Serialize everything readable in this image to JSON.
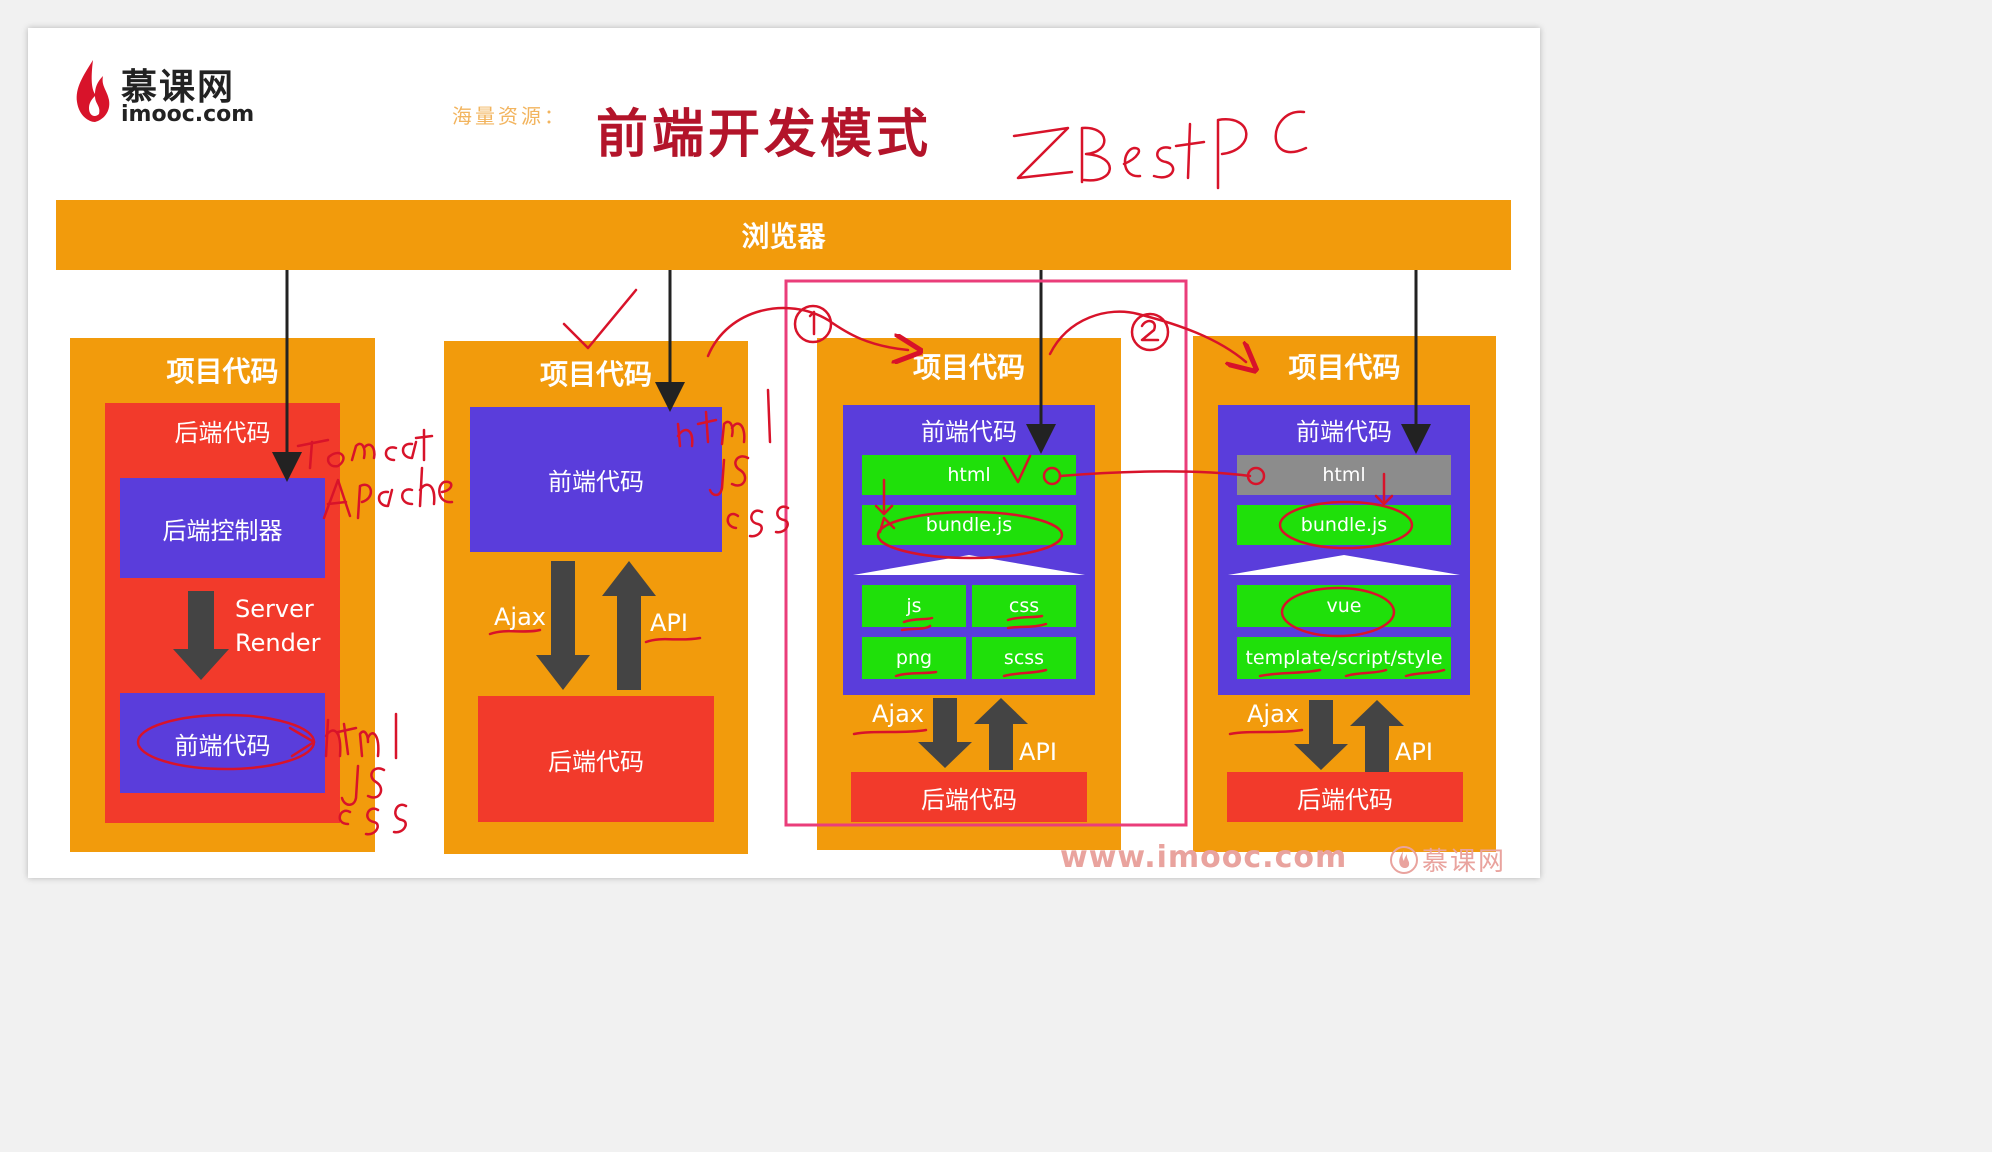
{
  "header": {
    "logo_text": "慕课网",
    "logo_sub": "imooc.com",
    "watermark": "海量资源：",
    "title": "前端开发模式",
    "handwritten_title": "ZBest PC"
  },
  "browser_bar": {
    "label": "浏览器"
  },
  "columns": [
    {
      "project_label": "项目代码",
      "backend_label": "后端代码",
      "controller_label": "后端控制器",
      "server_render": [
        "Server",
        "Render"
      ],
      "frontend_label": "前端代码",
      "annotations": [
        "Tomcat",
        "Apache",
        "html",
        "js",
        "css"
      ]
    },
    {
      "project_label": "项目代码",
      "frontend_label": "前端代码",
      "ajax_label": "Ajax",
      "api_label": "API",
      "backend_label": "后端代码",
      "annotations": [
        "html",
        "js",
        "css"
      ]
    },
    {
      "project_label": "项目代码",
      "frontend_label": "前端代码",
      "html_label": "html",
      "bundle_label": "bundle.js",
      "tiles": [
        "js",
        "css",
        "png",
        "scss"
      ],
      "ajax_label": "Ajax",
      "api_label": "API",
      "backend_label": "后端代码",
      "step_marker": "1"
    },
    {
      "project_label": "项目代码",
      "frontend_label": "前端代码",
      "html_label": "html",
      "bundle_label": "bundle.js",
      "vue_label": "vue",
      "template_label": "template/script/style",
      "ajax_label": "Ajax",
      "api_label": "API",
      "backend_label": "后端代码",
      "step_marker": "2"
    }
  ],
  "footer": {
    "url": "www.imooc.com",
    "brand": "慕课网"
  },
  "colors": {
    "orange": "#f29b0c",
    "red": "#f23a2b",
    "blue": "#5a3ddb",
    "green": "#1fe00a",
    "gray": "#8c8c8c",
    "ink": "#d8132a",
    "highlight": "#ea3d7a"
  }
}
